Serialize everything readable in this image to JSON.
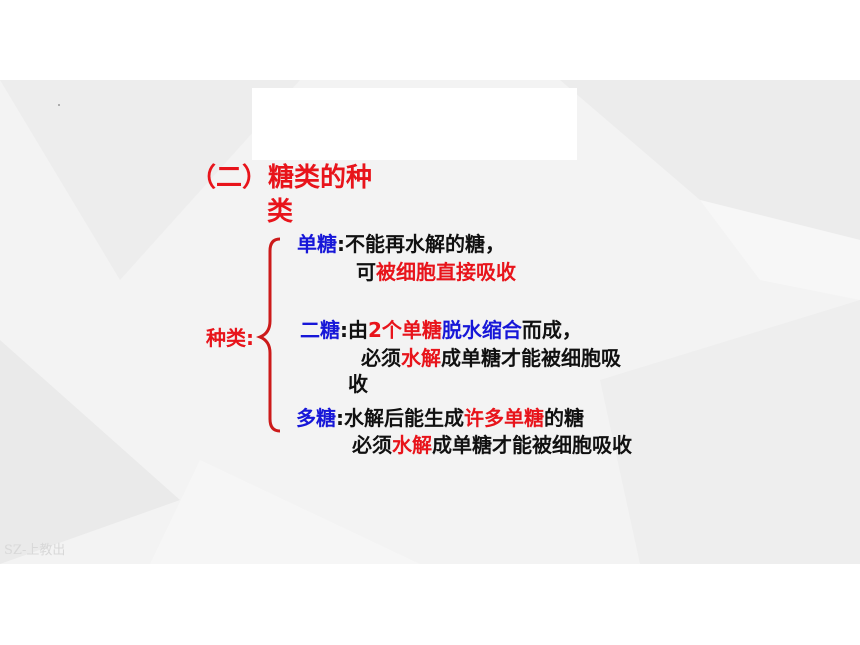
{
  "heading": {
    "line1": "（二）糖类的种",
    "line2": "类"
  },
  "kind_label": "种类",
  "mono": {
    "term": "单糖",
    "sep": ":",
    "def": "不能再水解的糖，",
    "line2_pre": "可",
    "line2_red": "被细胞直接吸收"
  },
  "di": {
    "term": "二糖",
    "sep": ":",
    "pre": "由",
    "red": "2个单糖",
    "blue": "脱水缩合",
    "post": "而成，",
    "line2_pre": "必须",
    "line2_red": "水解",
    "line2_post": "成单糖才能被细胞吸",
    "line3": "收"
  },
  "poly": {
    "term": "多糖",
    "sep": ":",
    "pre": "水解后能生成",
    "red": "许多单糖",
    "post": "的糖",
    "line2_pre": "必须",
    "line2_red": "水解",
    "line2_post": "成单糖才能被细胞吸收"
  },
  "watermark": "SZ-上教出",
  "colors": {
    "red": "#e8141b",
    "blue": "#1717d8",
    "brace": "#cc1a1a"
  }
}
